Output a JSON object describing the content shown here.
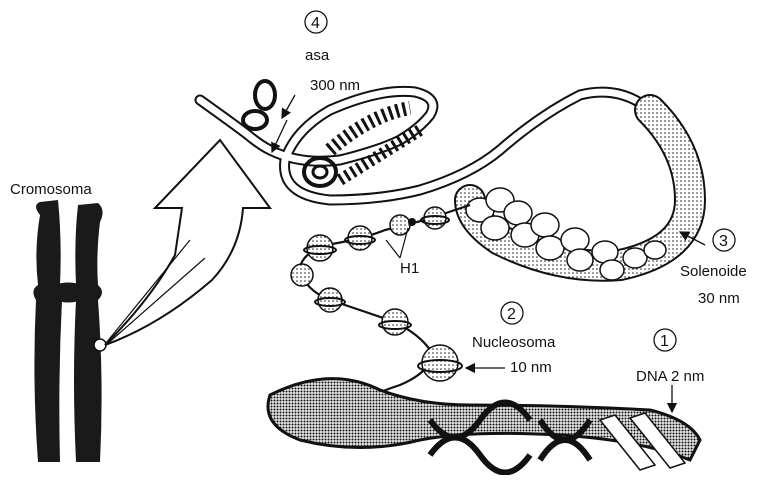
{
  "labels": {
    "chromosome": "Cromosoma",
    "loop_number": "4",
    "loop_name": "asa",
    "loop_size": "300 nm",
    "solenoid_number": "3",
    "solenoid_name": "Solenoide",
    "solenoid_size": "30 nm",
    "histone": "H1",
    "nucleosome_number": "2",
    "nucleosome_name": "Nucleosoma",
    "nucleosome_size": "10 nm",
    "dna_number": "1",
    "dna_name": "DNA 2 nm"
  }
}
